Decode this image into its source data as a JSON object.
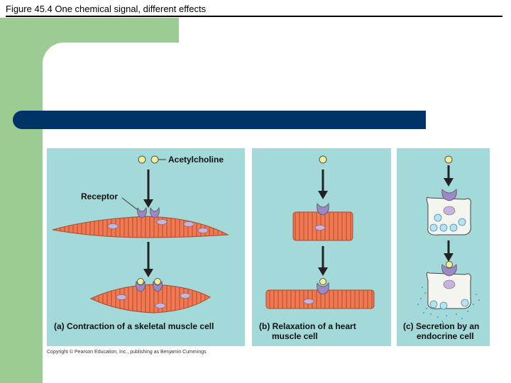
{
  "slide": {
    "title": "Figure 45.4  One chemical signal, different effects",
    "copyright": "Copyright © Pearson Education, Inc., publishing as Benjamin Cummings"
  },
  "panels": {
    "a": {
      "signal_label": "Acetylcholine",
      "receptor_label": "Receptor",
      "caption": "(a) Contraction of a skeletal muscle cell"
    },
    "b": {
      "caption_line1": "(b) Relaxation of a heart",
      "caption_line2": "muscle cell"
    },
    "c": {
      "caption_line1": "(c) Secretion by an",
      "caption_line2": "endocrine cell"
    }
  },
  "colors": {
    "green_block": "#9ccb93",
    "blue_bar": "#003366",
    "panel_bg": "#a3d9d9",
    "muscle_fill": "#e8734f",
    "receptor": "#9b88c4",
    "ligand": "#f2ef9a"
  }
}
